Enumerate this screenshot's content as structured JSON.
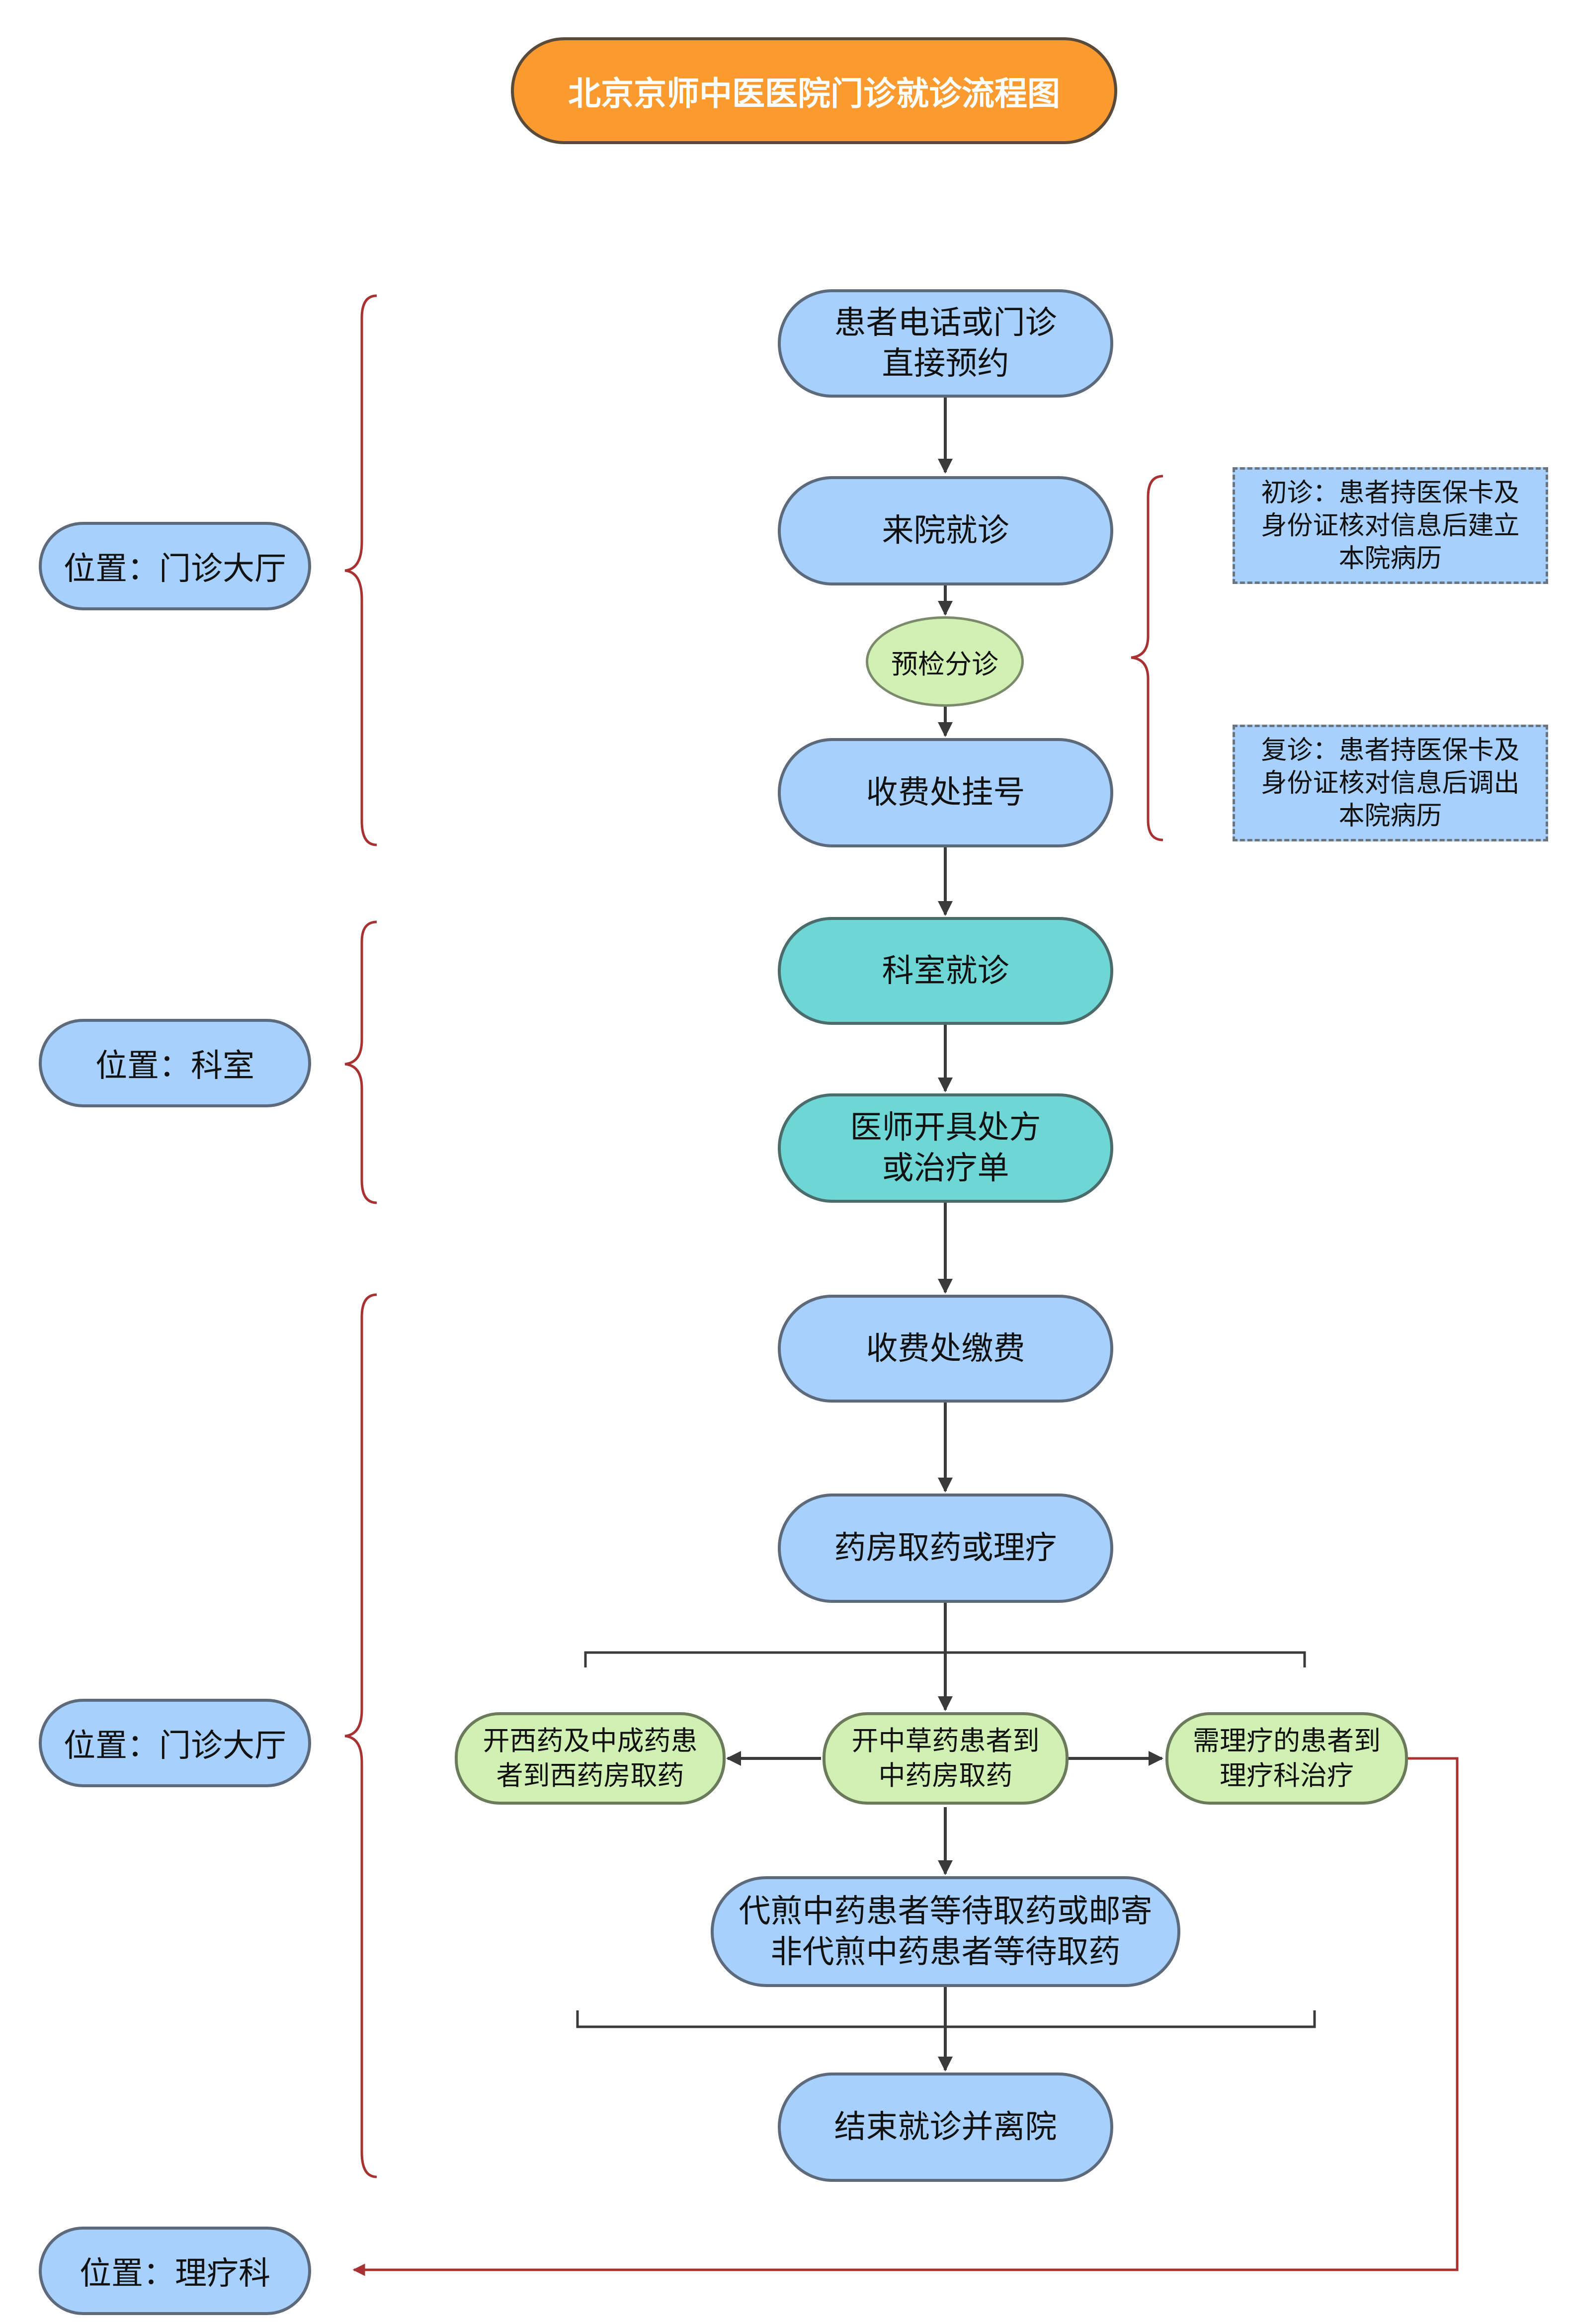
{
  "title": "北京京师中医医院门诊就诊流程图",
  "locations": {
    "hall_top": "位置：门诊大厅",
    "department": "位置：科室",
    "hall_bottom": "位置：门诊大厅",
    "therapy": "位置：理疗科"
  },
  "steps": {
    "appointment": [
      "患者电话或门诊",
      "直接预约"
    ],
    "arrive": "来院就诊",
    "triage": "预检分诊",
    "register": "收费处挂号",
    "consult": "科室就诊",
    "prescribe": [
      "医师开具处方",
      "或治疗单"
    ],
    "pay": "收费处缴费",
    "pickup": "药房取药或理疗",
    "western": [
      "开西药及中成药患",
      "者到西药房取药"
    ],
    "herbal": [
      "开中草药患者到",
      "中药房取药"
    ],
    "physio": [
      "需理疗的患者到",
      "理疗科治疗"
    ],
    "decoct": [
      "代煎中药患者等待取药或邮寄",
      "非代煎中药患者等待取药"
    ],
    "finish": "结束就诊并离院"
  },
  "notes": {
    "first_visit": [
      "初诊：患者持医保卡及",
      "身份证核对信息后建立",
      "本院病历"
    ],
    "return_visit": [
      "复诊：患者持医保卡及",
      "身份证核对信息后调出",
      "本院病历"
    ]
  },
  "colors": {
    "process_blue": "#a8d0fc",
    "process_teal": "#6fd6d6",
    "branch_green": "#d1f0b4",
    "title_orange": "#fb9a2e",
    "bracket_red": "#a83232",
    "arrow_dark": "#3a3a3a"
  }
}
